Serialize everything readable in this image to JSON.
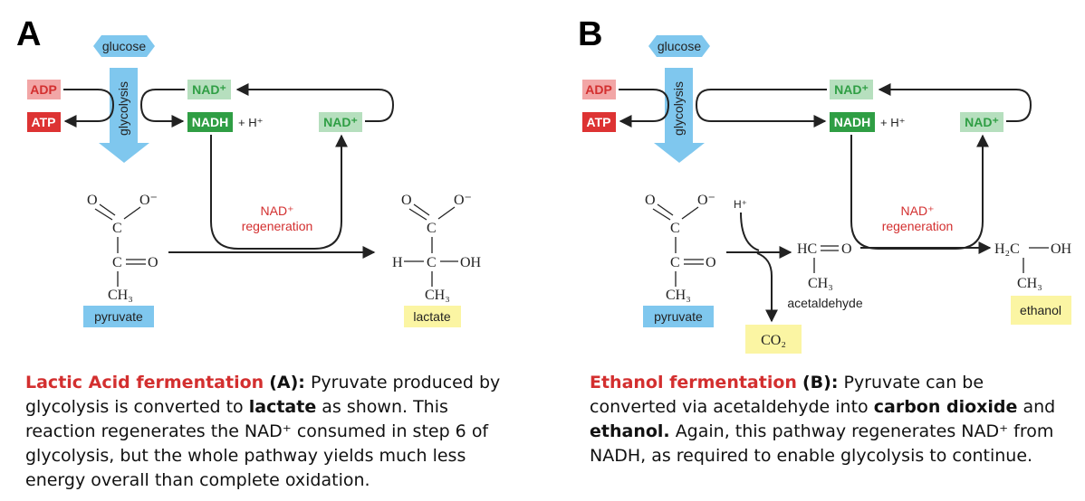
{
  "colors": {
    "glucose_blue": "#7fc7ee",
    "adp_pink": "#f2a6a6",
    "atp_red": "#dd3333",
    "nad_light_green": "#b6dfbe",
    "nadh_green": "#2f9e44",
    "label_yellow": "#fbf5a3",
    "regeneration_red": "#d32f2f",
    "caption_accent": "#d32f2f"
  },
  "panel_a": {
    "letter": "A",
    "glucose": "glucose",
    "glycolysis": "glycolysis",
    "adp": "ADP",
    "atp": "ATP",
    "nad_top": "NAD⁺",
    "nadh": "NADH",
    "h_plus": "+ H⁺",
    "nad_right": "NAD⁺",
    "regen_line1": "NAD⁺",
    "regen_line2": "regeneration",
    "pyruvate_label": "pyruvate",
    "lactate_label": "lactate",
    "pyruvate": {
      "o1": "O",
      "o2": "O⁻",
      "c1": "C",
      "c2": "C",
      "o3": "O",
      "ch3": "CH₃"
    },
    "lactate": {
      "o1": "O",
      "o2": "O⁻",
      "c1": "C",
      "h": "H",
      "c2": "C",
      "oh": "OH",
      "ch3": "CH₃"
    }
  },
  "panel_b": {
    "letter": "B",
    "glucose": "glucose",
    "glycolysis": "glycolysis",
    "adp": "ADP",
    "atp": "ATP",
    "nad_top": "NAD⁺",
    "nadh": "NADH",
    "h_plus": "+ H⁺",
    "nad_right": "NAD⁺",
    "regen_line1": "NAD⁺",
    "regen_line2": "regeneration",
    "pyruvate_label": "pyruvate",
    "h_plus_in": "H⁺",
    "co2": "CO₂",
    "acetaldehyde_label": "acetaldehyde",
    "ethanol_label": "ethanol",
    "pyruvate": {
      "o1": "O",
      "o2": "O⁻",
      "c1": "C",
      "c2": "C",
      "o3": "O",
      "ch3": "CH₃"
    },
    "acetaldehyde": {
      "hc": "HC",
      "o": "O",
      "ch3": "CH₃"
    },
    "ethanol": {
      "h2c": "H₂C",
      "oh": "OH",
      "ch3": "CH₃"
    }
  },
  "caption_a": {
    "title": "Lactic Acid fermentation",
    "tag": "(A):",
    "t1": "Pyruvate produced by glycolysis is converted to",
    "bold1": "lactate",
    "t2": "as shown. This reaction regenerates the NAD⁺ consumed in step 6 of glycolysis, but the whole pathway yields much less energy overall than complete oxidation."
  },
  "caption_b": {
    "title": "Ethanol fermentation",
    "tag": "(B):",
    "t1": "Pyruvate can be converted via acetaldehyde into",
    "bold1": "carbon dioxide",
    "t2": "and",
    "bold2": "ethanol.",
    "t3": "Again, this pathway regenerates NAD⁺ from NADH, as required to enable glycolysis to continue."
  }
}
